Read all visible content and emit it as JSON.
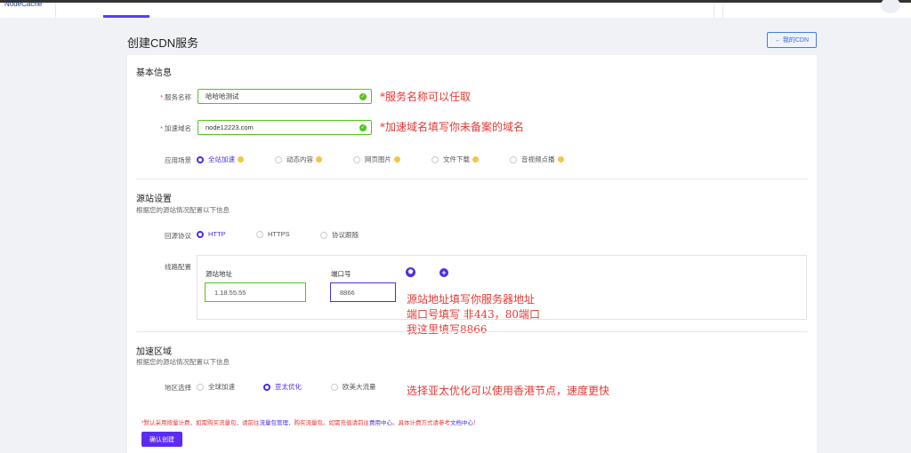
{
  "app": {
    "brand": "NodeCache"
  },
  "header": {
    "title": "创建CDN服务",
    "back_button": "← 我的CDN"
  },
  "basic": {
    "section_title": "基本信息",
    "service_name": {
      "label": "服务名称",
      "value": "哈哈哈测试"
    },
    "domain": {
      "label": "加速域名",
      "value": "node12223.com"
    },
    "scenario": {
      "label": "应用场景",
      "options": [
        "全站加速",
        "动态内容",
        "网页图片",
        "文件下载",
        "音视频点播"
      ],
      "selected": "全站加速"
    }
  },
  "origin": {
    "section_title": "源站设置",
    "section_desc": "根据您的源站情况配置以下信息",
    "protocol": {
      "label": "回源协议",
      "options": [
        "HTTP",
        "HTTPS",
        "协议跟随"
      ],
      "selected": "HTTP"
    },
    "line": {
      "label": "线路配置",
      "address_label": "源站地址",
      "address_value": "1.18.55.55",
      "port_label": "端口号",
      "port_value": "8866"
    }
  },
  "region": {
    "section_title": "加速区域",
    "section_desc": "根据您的源站情况配置以下信息",
    "label": "地区选择",
    "options": [
      "全球加速",
      "亚太优化",
      "欧美大流量"
    ],
    "selected": "亚太优化"
  },
  "billing": {
    "part1": "*默认采用按量计费，如需购买流量包，请前往",
    "link1": "流量包管理",
    "part2": "，购买流量包。如需充值请前往",
    "link2": "费用中心",
    "part3": "。具体计费方式请参考",
    "link3": "文档中心",
    "part4": "！"
  },
  "submit": {
    "label": "确认创建"
  },
  "annotations": {
    "name_note": "*服务名称可以任取",
    "domain_note": "*加速域名填写你未备案的域名",
    "origin_note_1": "源站地址填写你服务器地址",
    "origin_note_2": "端口号填写  非443，80端口",
    "origin_note_3": "我这里填写8866",
    "region_note": "选择亚太优化可以使用香港节点，速度更快"
  },
  "colors": {
    "accent": "#4a2de0",
    "success": "#52c41a",
    "annotation": "#e53935"
  }
}
